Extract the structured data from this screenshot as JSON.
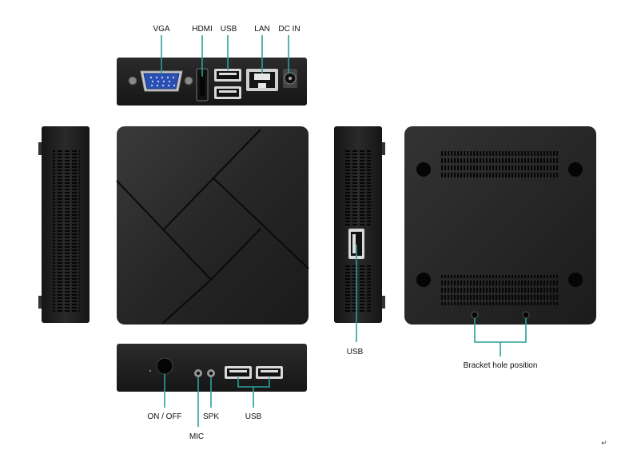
{
  "labels": {
    "vga": "VGA",
    "hdmi": "HDMI",
    "usb_rear": "USB",
    "lan": "LAN",
    "dc_in": "DC IN",
    "usb_side": "USB",
    "bracket": "Bracket hole position",
    "on_off": "ON / OFF",
    "mic": "MIC",
    "spk": "SPK",
    "usb_front": "USB",
    "return_mark": "↵"
  },
  "colors": {
    "leader": "#2aa198",
    "device_dark": "#1a1a1a",
    "device_mid": "#2e2e2e",
    "vga_blue": "#2a4fb0"
  }
}
